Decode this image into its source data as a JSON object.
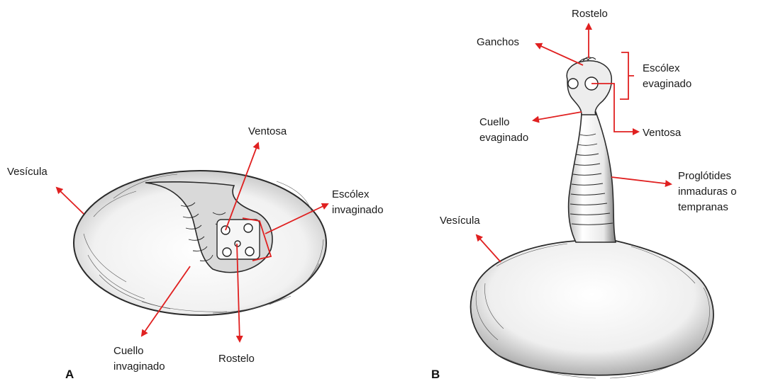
{
  "panels": {
    "a": {
      "letter": "A",
      "labels": {
        "vesicula": "Vesícula",
        "ventosa": "Ventosa",
        "escolex_l1": "Escólex",
        "escolex_l2": "invaginado",
        "cuello_l1": "Cuello",
        "cuello_l2": "invaginado",
        "rostelo": "Rostelo"
      }
    },
    "b": {
      "letter": "B",
      "labels": {
        "rostelo": "Rostelo",
        "ganchos": "Ganchos",
        "escolex_l1": "Escólex",
        "escolex_l2": "evaginado",
        "cuello_l1": "Cuello",
        "cuello_l2": "evaginado",
        "ventosa": "Ventosa",
        "proglotides_l1": "Proglótides",
        "proglotides_l2": "inmaduras o",
        "proglotides_l3": "tempranas",
        "vesicula": "Vesícula"
      }
    }
  },
  "colors": {
    "arrow": "#e02020",
    "ink": "#1a1a1a",
    "background": "#ffffff"
  }
}
